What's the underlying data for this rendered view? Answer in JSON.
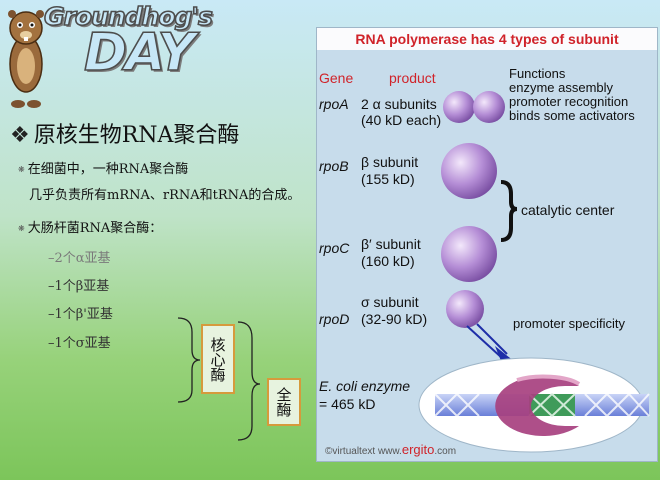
{
  "logo": {
    "line1": "Groundhog's",
    "line2": "DAY"
  },
  "left": {
    "title_diamond": "❖",
    "title": "原核生物RNA聚合酶",
    "bullet": "❋",
    "p1": "在细菌中，一种RNA聚合酶",
    "p2": "几乎负责所有mRNA、rRNA和tRNA的合成。",
    "p3": "大肠杆菌RNA聚合酶：",
    "subunits": [
      "–2个α亚基",
      "–1个β亚基",
      "–1个β'亚基",
      "–1个σ亚基"
    ],
    "core_label": "核心酶",
    "holo_label": "全酶"
  },
  "figure": {
    "header": "RNA polymerase has 4 types of subunit",
    "col_gene": "Gene",
    "col_product": "product",
    "col_functions": "Functions",
    "functions": [
      "enzyme assembly",
      "promoter recognition",
      "binds some activators"
    ],
    "rpoA_gene": "rpoA",
    "rpoA_line1": "2 α subunits",
    "rpoA_line2": "(40 kD  each)",
    "rpoB_gene": "rpoB",
    "rpoB_line1": "β subunit",
    "rpoB_line2": "(155 kD)",
    "rpoC_gene": "rpoC",
    "rpoC_line1": "β′ subunit",
    "rpoC_line2": "(160 kD)",
    "rpoD_gene": "rpoD",
    "rpoD_line1": "σ subunit",
    "rpoD_line2": "(32-90 kD)",
    "catalytic": "catalytic center",
    "promoter_spec": "promoter specificity",
    "ecoli_line1": "E. coli enzyme",
    "ecoli_line2": "= 465 kD",
    "credit_prefix": "©virtualtext  www.",
    "credit_brand": "ergito",
    "credit_suffix": ".com",
    "colors": {
      "header_text": "#d0232a",
      "subunit": "#b58ed6",
      "dna_blue": "#6a7fd8",
      "dna_green": "#3f9b5a"
    }
  }
}
